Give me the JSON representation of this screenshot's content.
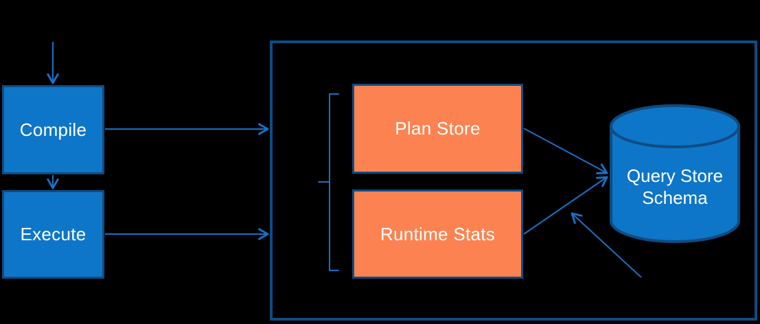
{
  "diagram": {
    "background_color": "#000000",
    "colors": {
      "node_fill_blue": "#0e76c8",
      "node_fill_orange": "#fc8351",
      "shape_border_dark_blue": "#0e4c82",
      "connector_blue": "#1a71c6",
      "label_text": "#ffffff"
    },
    "nodes": {
      "compile": {
        "label": "Compile"
      },
      "execute": {
        "label": "Execute"
      },
      "plan_store": {
        "label": "Plan Store"
      },
      "runtime_stats": {
        "label": "Runtime Stats"
      },
      "query_store_schema": {
        "label": "Query Store Schema",
        "line1": "Query Store",
        "line2": "Schema"
      }
    },
    "edges": [
      {
        "from": "external-top",
        "to": "compile"
      },
      {
        "from": "compile",
        "to": "execute"
      },
      {
        "from": "compile",
        "to": "query-store-container"
      },
      {
        "from": "execute",
        "to": "query-store-container"
      },
      {
        "from": "plan_store",
        "to": "query_store_schema"
      },
      {
        "from": "runtime_stats",
        "to": "query_store_schema"
      },
      {
        "from": "external-bottom-right",
        "to": "query_store_schema"
      }
    ]
  }
}
